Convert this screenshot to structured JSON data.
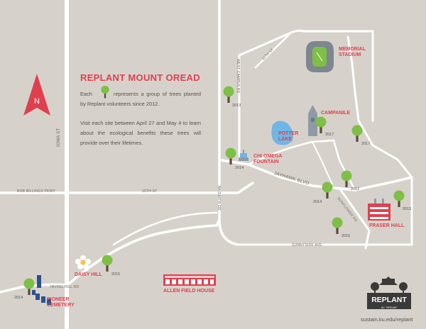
{
  "title": "REPLANT MOUNT OREAD",
  "intro": {
    "before_icon": "Each",
    "after_icon": "represents a group of trees planted by Replant volunteers since 2012.",
    "icon": "tree-icon"
  },
  "visit_text": "Visit each site between April 27 and May 4 to learn about the ecological benefits these trees will provide over their lifetimes.",
  "compass_letter": "N",
  "landmarks": {
    "memorial_stadium": [
      "MEMORIAL",
      "STADIUM"
    ],
    "campanile": "CAMPANILE",
    "potter_lake": [
      "POTTER",
      "LAKE"
    ],
    "chi_omega_fountain": [
      "CHI OMEGA",
      "FOUNTAIN"
    ],
    "fraser_hall": "FRASER HALL",
    "daisy_hill": "DAISY HILL",
    "allen_field_house": "ALLEN FIELD HOUSE",
    "pioneer_cemetery": [
      "PIONEER",
      "CEMETERY"
    ]
  },
  "roads": {
    "iowa_st": "IOWA ST",
    "bob_billings": "BOB BILLINGS PKWY",
    "fifteenth_st": "15TH ST",
    "eleventh_st": "11TH ST",
    "west_campus_rd": "WEST CAMPUS RD",
    "naismith_dr": "NAISMITH DR",
    "jayhawk_blvd": "JAYHAWK BLVD",
    "sunflower_rd": "SUNFLOWER RD",
    "irving_hill_rd": "IRVING HILL RD",
    "sunnyside_ave": "SUNNYSIDE AVE"
  },
  "tree_years": {
    "west_campus": "2013",
    "chi_omega": "2014",
    "campanile": "2017",
    "stadium_east": "2017",
    "jayhawk_east": "2012",
    "jayhawk_mid": "2014",
    "fraser": "2013",
    "sunflower": "2016",
    "daisy_hill": "2015",
    "cemetery": "2014"
  },
  "logo": {
    "word": "REPLANT",
    "tagline": "KU · REPLANT"
  },
  "url": "sustain.ku.edu/replant",
  "colors": {
    "background": "#d6d2cb",
    "road": "#ffffff",
    "accent": "#e0404e",
    "tree_canopy": "#7ebf45",
    "tree_trunk": "#5c4a3a",
    "water": "#6fb6e6",
    "building": "#8e9aa6",
    "text": "#55514c"
  }
}
